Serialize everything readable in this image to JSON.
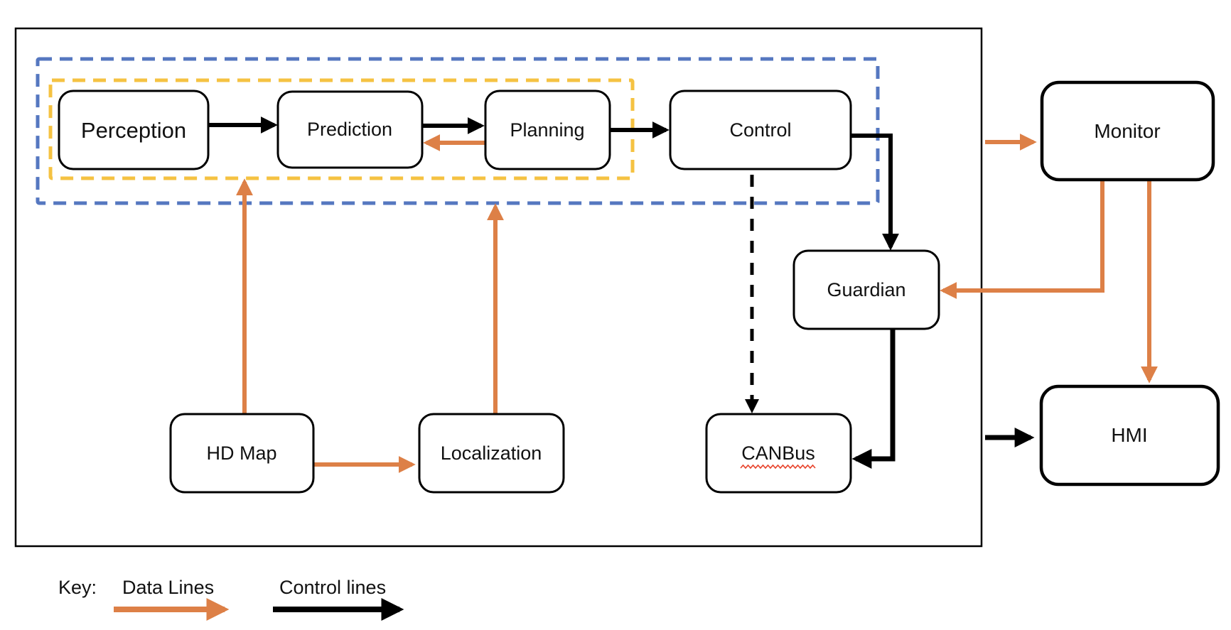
{
  "diagram": {
    "nodes": [
      {
        "id": "perception",
        "label": "Perception"
      },
      {
        "id": "prediction",
        "label": "Prediction"
      },
      {
        "id": "planning",
        "label": "Planning"
      },
      {
        "id": "control",
        "label": "Control"
      },
      {
        "id": "guardian",
        "label": "Guardian"
      },
      {
        "id": "canbus",
        "label": "CANBus",
        "spellcheck_underline": true
      },
      {
        "id": "hd_map",
        "label": "HD Map"
      },
      {
        "id": "localization",
        "label": "Localization"
      },
      {
        "id": "monitor",
        "label": "Monitor"
      },
      {
        "id": "hmi",
        "label": "HMI"
      }
    ],
    "groups": [
      {
        "id": "system_box",
        "style": "solid black rectangle",
        "contains": "all driving modules"
      },
      {
        "id": "blue_group",
        "style": "blue dashed rectangle",
        "contains": "Perception, Prediction, Planning, Control"
      },
      {
        "id": "yellow_group",
        "style": "yellow dashed rectangle",
        "contains": "Perception, Prediction, Planning"
      }
    ],
    "edges": [
      {
        "from": "perception",
        "to": "prediction",
        "type": "control"
      },
      {
        "from": "prediction",
        "to": "planning",
        "type": "control"
      },
      {
        "from": "planning",
        "to": "prediction",
        "type": "data"
      },
      {
        "from": "planning",
        "to": "control",
        "type": "control"
      },
      {
        "from": "control",
        "to": "guardian",
        "type": "control"
      },
      {
        "from": "control",
        "to": "canbus",
        "type": "control",
        "style": "dashed"
      },
      {
        "from": "guardian",
        "to": "canbus",
        "type": "control"
      },
      {
        "from": "hd_map",
        "to": "modules_group",
        "type": "data"
      },
      {
        "from": "localization",
        "to": "modules_group",
        "type": "data"
      },
      {
        "from": "hd_map",
        "to": "localization",
        "type": "data"
      },
      {
        "from": "system_box",
        "to": "monitor",
        "type": "data"
      },
      {
        "from": "monitor",
        "to": "guardian",
        "type": "data"
      },
      {
        "from": "monitor",
        "to": "hmi",
        "type": "data"
      },
      {
        "from": "system_box",
        "to": "hmi",
        "type": "control"
      }
    ],
    "legend": {
      "title": "Key:",
      "items": [
        {
          "label": "Data Lines",
          "color": "#DD8047"
        },
        {
          "label": "Control lines",
          "color": "#000000"
        }
      ]
    },
    "colors": {
      "data_line": "#DD8047",
      "control_line": "#000000",
      "group_outline_blue": "#5577C0",
      "group_outline_yellow": "#F5C242",
      "node_fill": "#FFFFFF",
      "node_border": "#000000",
      "spellcheck_red": "#E8442C"
    }
  }
}
